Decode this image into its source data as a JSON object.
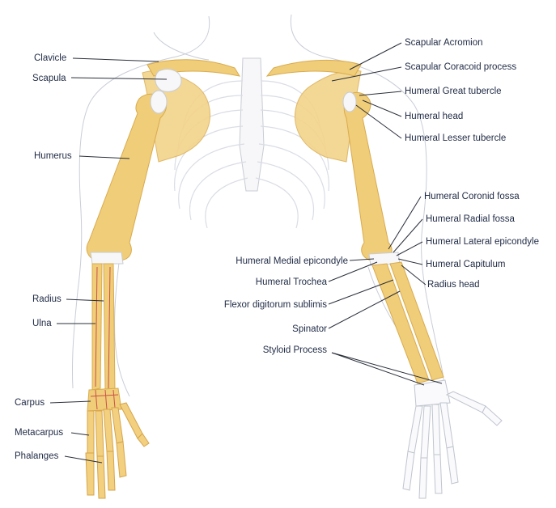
{
  "left_labels": {
    "clavicle": "Clavicle",
    "scapula": "Scapula",
    "humerus": "Humerus",
    "radius": "Radius",
    "ulna": "Ulna",
    "carpus": "Carpus",
    "metacarpus": "Metacarpus",
    "phalanges": "Phalanges"
  },
  "right_labels": {
    "scapular_acromion": "Scapular Acromion",
    "scapular_coracoid": "Scapular Coracoid process",
    "humeral_great_tubercle": "Humeral Great tubercle",
    "humeral_head": "Humeral head",
    "humeral_lesser_tubercle": "Humeral Lesser tubercle",
    "humeral_coronoid_fossa": "Humeral Coronid fossa",
    "humeral_radial_fossa": "Humeral Radial fossa",
    "humeral_lateral_epicondyle": "Humeral Lateral epicondyle",
    "humeral_capitulum": "Humeral Capitulum",
    "radius_head": "Radius head"
  },
  "center_labels": {
    "humeral_medial_epicondyle": "Humeral Medial epicondyle",
    "humeral_trochea": "Humeral Trochea",
    "flexor_digitorum": "Flexor digitorum sublimis",
    "spinator": "Spinator",
    "styloid_process": "Styloid Process"
  }
}
